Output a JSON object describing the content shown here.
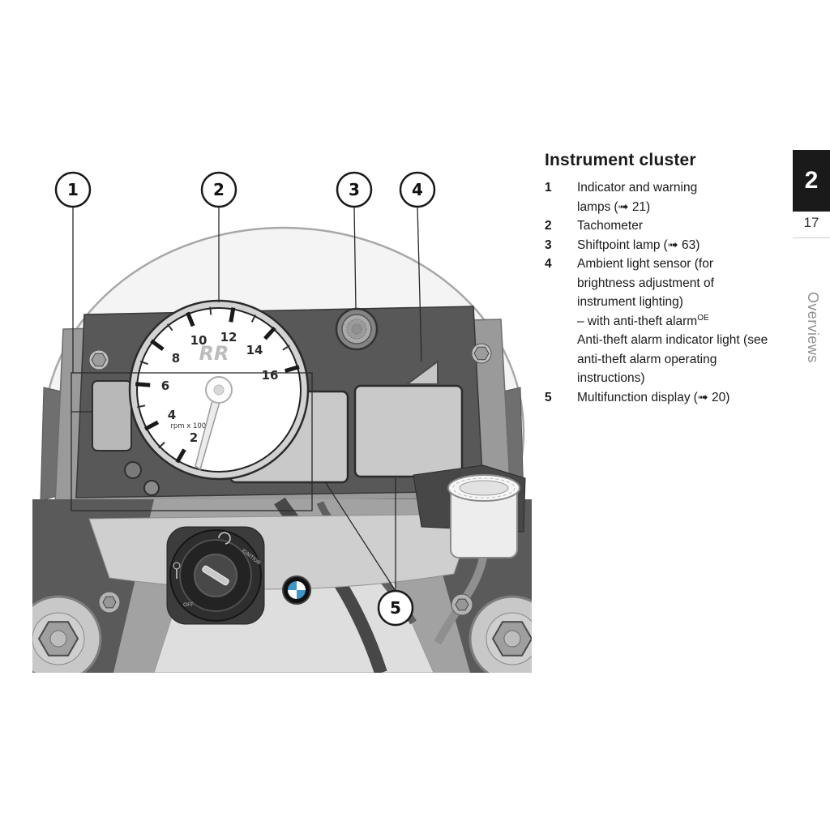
{
  "page": {
    "background": "#ffffff"
  },
  "sidebar": {
    "chapter_tab": "2",
    "page_number": "17",
    "section_label": "Overviews",
    "tab_color": "#1a1a1a"
  },
  "heading": "Instrument cluster",
  "legend": {
    "items": [
      {
        "num": "1",
        "text": "Indicator and warning lamps",
        "ref": "(➟ 21)"
      },
      {
        "num": "2",
        "text": "Tachometer",
        "ref": ""
      },
      {
        "num": "3",
        "text": "Shiftpoint lamp",
        "ref": "(➟ 63)"
      },
      {
        "num": "4",
        "text": "Ambient light sensor (for brightness adjustment of instrument lighting)",
        "line2": "– with anti-theft alarm",
        "sup": "OE",
        "line3": "Anti-theft alarm indicator light (see anti-theft alarm operating instructions)"
      },
      {
        "num": "5",
        "text": "Multifunction display",
        "ref": "(➟ 20)"
      }
    ]
  },
  "figure": {
    "callouts": [
      "1",
      "2",
      "3",
      "4",
      "5"
    ],
    "tachometer": {
      "numbers": [
        "2",
        "4",
        "6",
        "8",
        "10",
        "12",
        "14",
        "16"
      ],
      "unit": "rpm x 1000",
      "logo": "RR"
    },
    "ignition": {
      "label": "IGNITION",
      "off": "OFF"
    }
  }
}
